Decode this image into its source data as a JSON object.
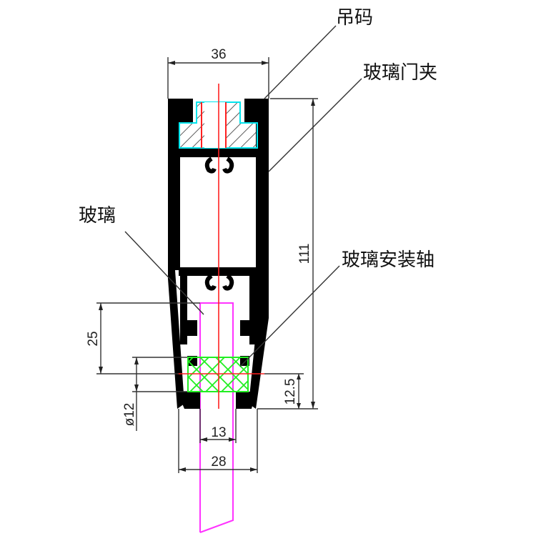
{
  "labels": {
    "hanger": "吊码",
    "glass_clamp": "玻璃门夹",
    "glass": "玻璃",
    "glass_axis": "玻璃安装轴"
  },
  "dimensions": {
    "top_width": "36",
    "height": "111",
    "glass_depth": "25",
    "axis_diameter": "ø12",
    "axis_height": "12.5",
    "slot_width": "13",
    "bottom_width": "28"
  },
  "colors": {
    "profile": "#000000",
    "centerline": "#ff2020",
    "glass": "#ff33ff",
    "insert": "#00e5ee",
    "axis": "#22ee22",
    "leader": "#333333"
  }
}
